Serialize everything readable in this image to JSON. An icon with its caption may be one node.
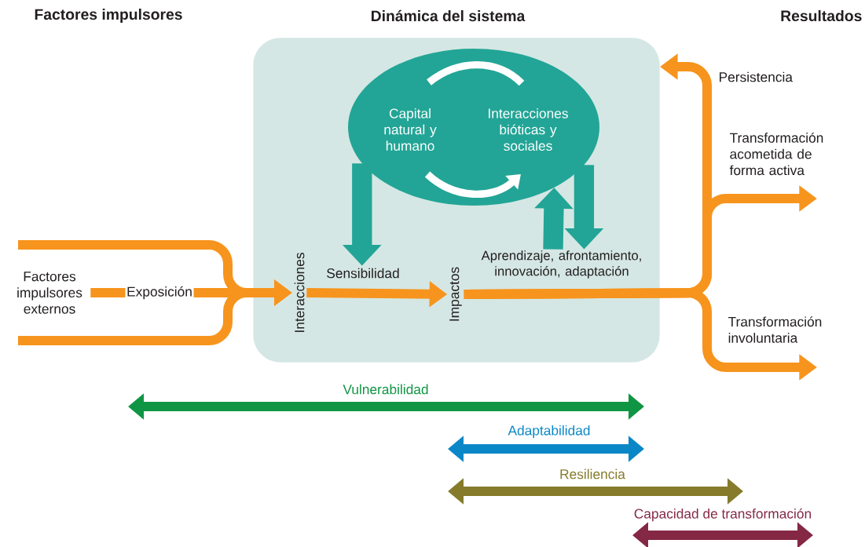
{
  "diagram": {
    "nodes": [
      {
        "text": [],
        "shape": "box"
      },
      {
        "text": [
          "Capital natural y humano",
          "Interacciones bióticas y sociales"
        ],
        "in": 0
      },
      {
        "text": [
          "Interacciones"
        ],
        "in": 0
      },
      {
        "text": [
          "Sensibilidad"
        ],
        "in": 0
      },
      {
        "text": [
          "Impactos"
        ],
        "in": 0
      },
      {
        "text": [
          "Aprendizaje, afrontamiento, innovación, adaptación"
        ],
        "in": 0
      },
      {
        "text": [
          "Factores impulsores externos"
        ]
      },
      {
        "text": [
          "Exposición"
        ]
      }
    ],
    "edges": [
      {
        "from": 6,
        "to": 7,
        "arrow": "none"
      },
      {
        "from": 7,
        "to": 2,
        "arrow": "to"
      },
      {
        "from": null,
        "to": 2,
        "arrow": "to"
      },
      {
        "from": null,
        "to": 2,
        "arrow": "to"
      },
      {
        "from": 2,
        "to": 4,
        "arrow": "to"
      },
      {
        "from": 1,
        "to": 3,
        "arrow": "to",
        "style": "thick",
        "color": "#22a596"
      },
      {
        "from": 5,
        "to": 1,
        "arrow": "to",
        "style": "thick",
        "color": "#22a596"
      },
      {
        "from": 1,
        "to": 5,
        "arrow": "to",
        "style": "thick",
        "color": "#22a596"
      },
      {
        "from": 4,
        "to": 0,
        "arrow": "to"
      },
      {
        "from": 4,
        "to": null,
        "arrow": "to"
      },
      {
        "from": 4,
        "to": null,
        "arrow": "to"
      }
    ],
    "labels": [
      "Factores impulsores",
      "Dinámica del sistema",
      "Resultados",
      "Persistencia",
      "Transformación acometida de forma activa",
      "Transformación involuntaria",
      "Vulnerabilidad",
      "Adaptabilidad",
      "Resiliencia",
      "Capacidad de transformación"
    ]
  }
}
